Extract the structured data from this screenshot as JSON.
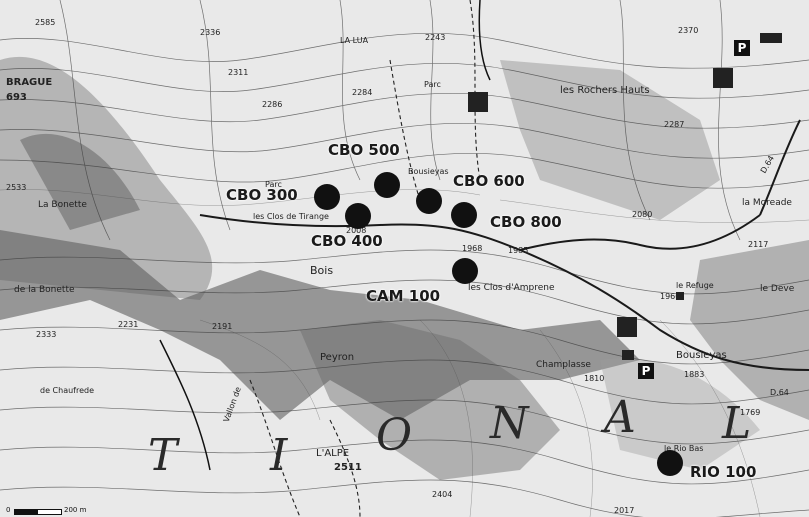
{
  "map": {
    "colors": {
      "background": "#e6e6e6",
      "contour": "#3a3a3a",
      "shade": "#6a6a6a",
      "site": "#111111",
      "text": "#1a1a1a"
    },
    "sites": [
      {
        "id": "CBO 300",
        "label": "CBO 300"
      },
      {
        "id": "CBO 400",
        "label": "CBO 400"
      },
      {
        "id": "CBO 500",
        "label": "CBO 500"
      },
      {
        "id": "CBO 600",
        "label": "CBO 600"
      },
      {
        "id": "CBO 800",
        "label": "CBO 800"
      },
      {
        "id": "CAM 100",
        "label": "CAM 100"
      },
      {
        "id": "RIO 100",
        "label": "RIO 100"
      }
    ],
    "place_names": [
      "BRAGUE",
      "693",
      "2585",
      "2336",
      "2311",
      "2286",
      "2284",
      "2243",
      "LA LUA",
      "Parc",
      "les Rochers Hauts",
      "2370",
      "2287",
      "2533",
      "La Bonette",
      "Parc",
      "les Clos de Tirange",
      "Bousieyas",
      "2008",
      "1968",
      "1985",
      "2080",
      "2117",
      "la Moreade",
      "les Clos d'Amprene",
      "Bois",
      "de la Bonette",
      "2333",
      "2231",
      "2191",
      "Peyron",
      "Champlasse",
      "1810",
      "Bousieyas",
      "1883",
      "le Deve",
      "1769",
      "le Rio Bas",
      "2017",
      "2404",
      "2511",
      "L'ALPE",
      "de Chaufrede",
      "Vallon de",
      "D.64",
      "D.64",
      "le Refuge",
      "1960"
    ],
    "big_letters": [
      "T",
      "I",
      "O",
      "N",
      "A",
      "L"
    ],
    "parking_labels": [
      "P",
      "P"
    ],
    "scale_labels": [
      "0",
      "200 m"
    ]
  }
}
